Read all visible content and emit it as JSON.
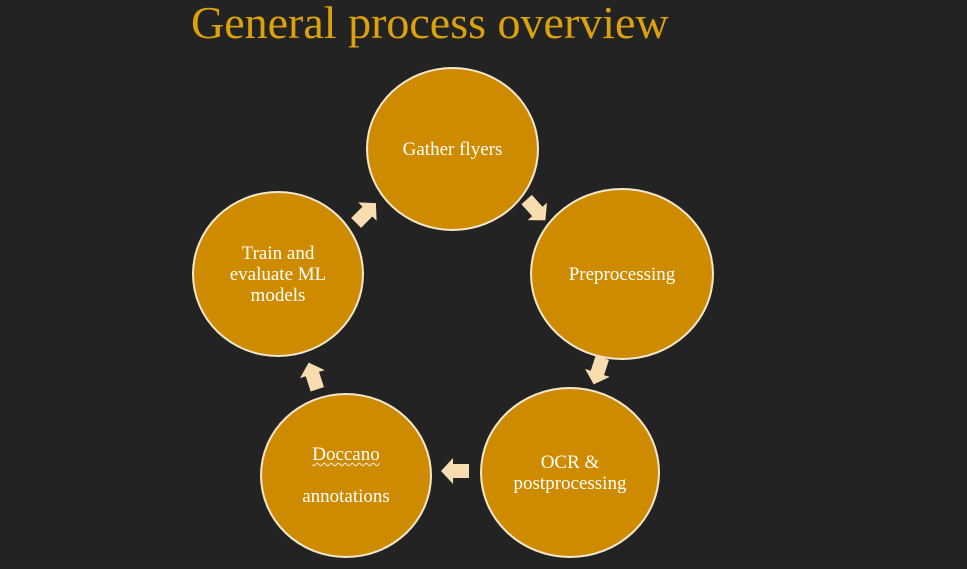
{
  "title": "General process overview",
  "nodes": [
    {
      "label": "Gather flyers"
    },
    {
      "label": "Preprocessing"
    },
    {
      "label": "OCR &\npostprocessing"
    },
    {
      "label_line1": "Doccano",
      "label_line2": "annotations"
    },
    {
      "label": "Train and\nevaluate ML\nmodels"
    }
  ],
  "colors": {
    "background": "#232323",
    "title": "#dba20b",
    "node_fill": "#cf8b00",
    "node_border": "#f4e7cd",
    "arrow": "#f8ddb0"
  }
}
